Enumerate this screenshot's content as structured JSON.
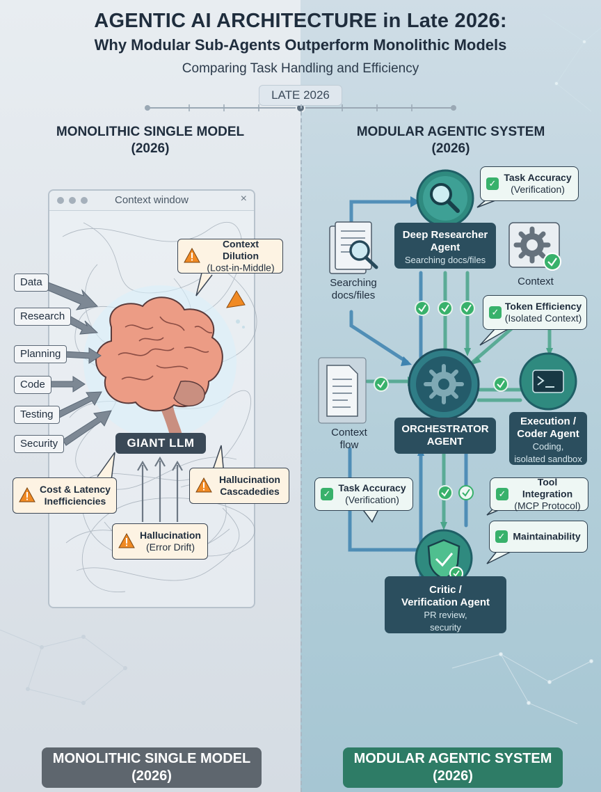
{
  "header": {
    "title": "AGENTIC AI ARCHITECTURE in Late 2026:",
    "subtitle": "Why Modular Sub-Agents Outperform Monolithic Models",
    "caption": "Comparing Task Handling and Efficiency",
    "timeline_label": "LATE 2026"
  },
  "left": {
    "heading_line1": "MONOLITHIC SINGLE MODEL",
    "heading_line2": "(2026)",
    "context_window_title": "Context window",
    "close_glyph": "×",
    "inputs": [
      "Data",
      "Research",
      "Planning",
      "Code",
      "Testing",
      "Security"
    ],
    "core_label": "GIANT LLM",
    "warnings": {
      "context_dilution": {
        "title": "Context Dilution",
        "detail": "(Lost-in-Middle)"
      },
      "cost_latency": {
        "title": "Cost & Latency",
        "detail": "Inefficiencies"
      },
      "hallucination_cascades": {
        "title": "Hallucination",
        "detail": "Cascadedies"
      },
      "hallucination_drift": {
        "title": "Hallucination",
        "detail": "(Error Drift)"
      }
    },
    "footer_line1": "MONOLITHIC SINGLE MODEL",
    "footer_line2": "(2026)"
  },
  "right": {
    "heading_line1": "MODULAR AGENTIC SYSTEM",
    "heading_line2": "(2026)",
    "agents": {
      "researcher": {
        "name_line1": "Deep Researcher",
        "name_line2": "Agent",
        "desc": "Searching docs/files"
      },
      "orchestrator": {
        "name_line1": "ORCHESTRATOR",
        "name_line2": "AGENT"
      },
      "coder": {
        "name_line1": "Execution /",
        "name_line2": "Coder Agent",
        "desc_line1": "Coding,",
        "desc_line2": "isolated sandbox"
      },
      "critic": {
        "name_line1": "Critic /",
        "name_line2": "Verification Agent",
        "desc_line1": "PR review,",
        "desc_line2": "security"
      }
    },
    "labels": {
      "searching_line1": "Searching",
      "searching_line2": "docs/files",
      "context": "Context",
      "context_flow_line1": "Context",
      "context_flow_line2": "flow"
    },
    "benefits": {
      "task_accuracy_top": {
        "title": "Task Accuracy",
        "detail": "(Verification)"
      },
      "token_efficiency": {
        "title": "Token Efficiency",
        "detail": "(Isolated Context)"
      },
      "task_accuracy_left": {
        "title": "Task Accuracy",
        "detail": "(Verification)"
      },
      "tool_integration": {
        "title": "Tool Integration",
        "detail": "(MCP Protocol)"
      },
      "maintainability": {
        "title": "Maintainability",
        "detail": ""
      }
    },
    "footer_line1": "MODULAR AGENTIC SYSTEM",
    "footer_line2": "(2026)"
  },
  "colors": {
    "navy": "#1f2d3d",
    "agent_teal": "#2b4e5e",
    "check_green": "#38b16b",
    "warn_orange": "#f08a24",
    "footer_gray": "#5e666e",
    "footer_green": "#2e7c66"
  },
  "icons": {
    "warning": "warning-triangle-icon",
    "check": "check-icon",
    "brain": "brain-icon",
    "search": "magnifier-icon",
    "gear": "gear-icon",
    "terminal": "terminal-icon",
    "shield": "shield-check-icon",
    "document": "document-icon"
  }
}
